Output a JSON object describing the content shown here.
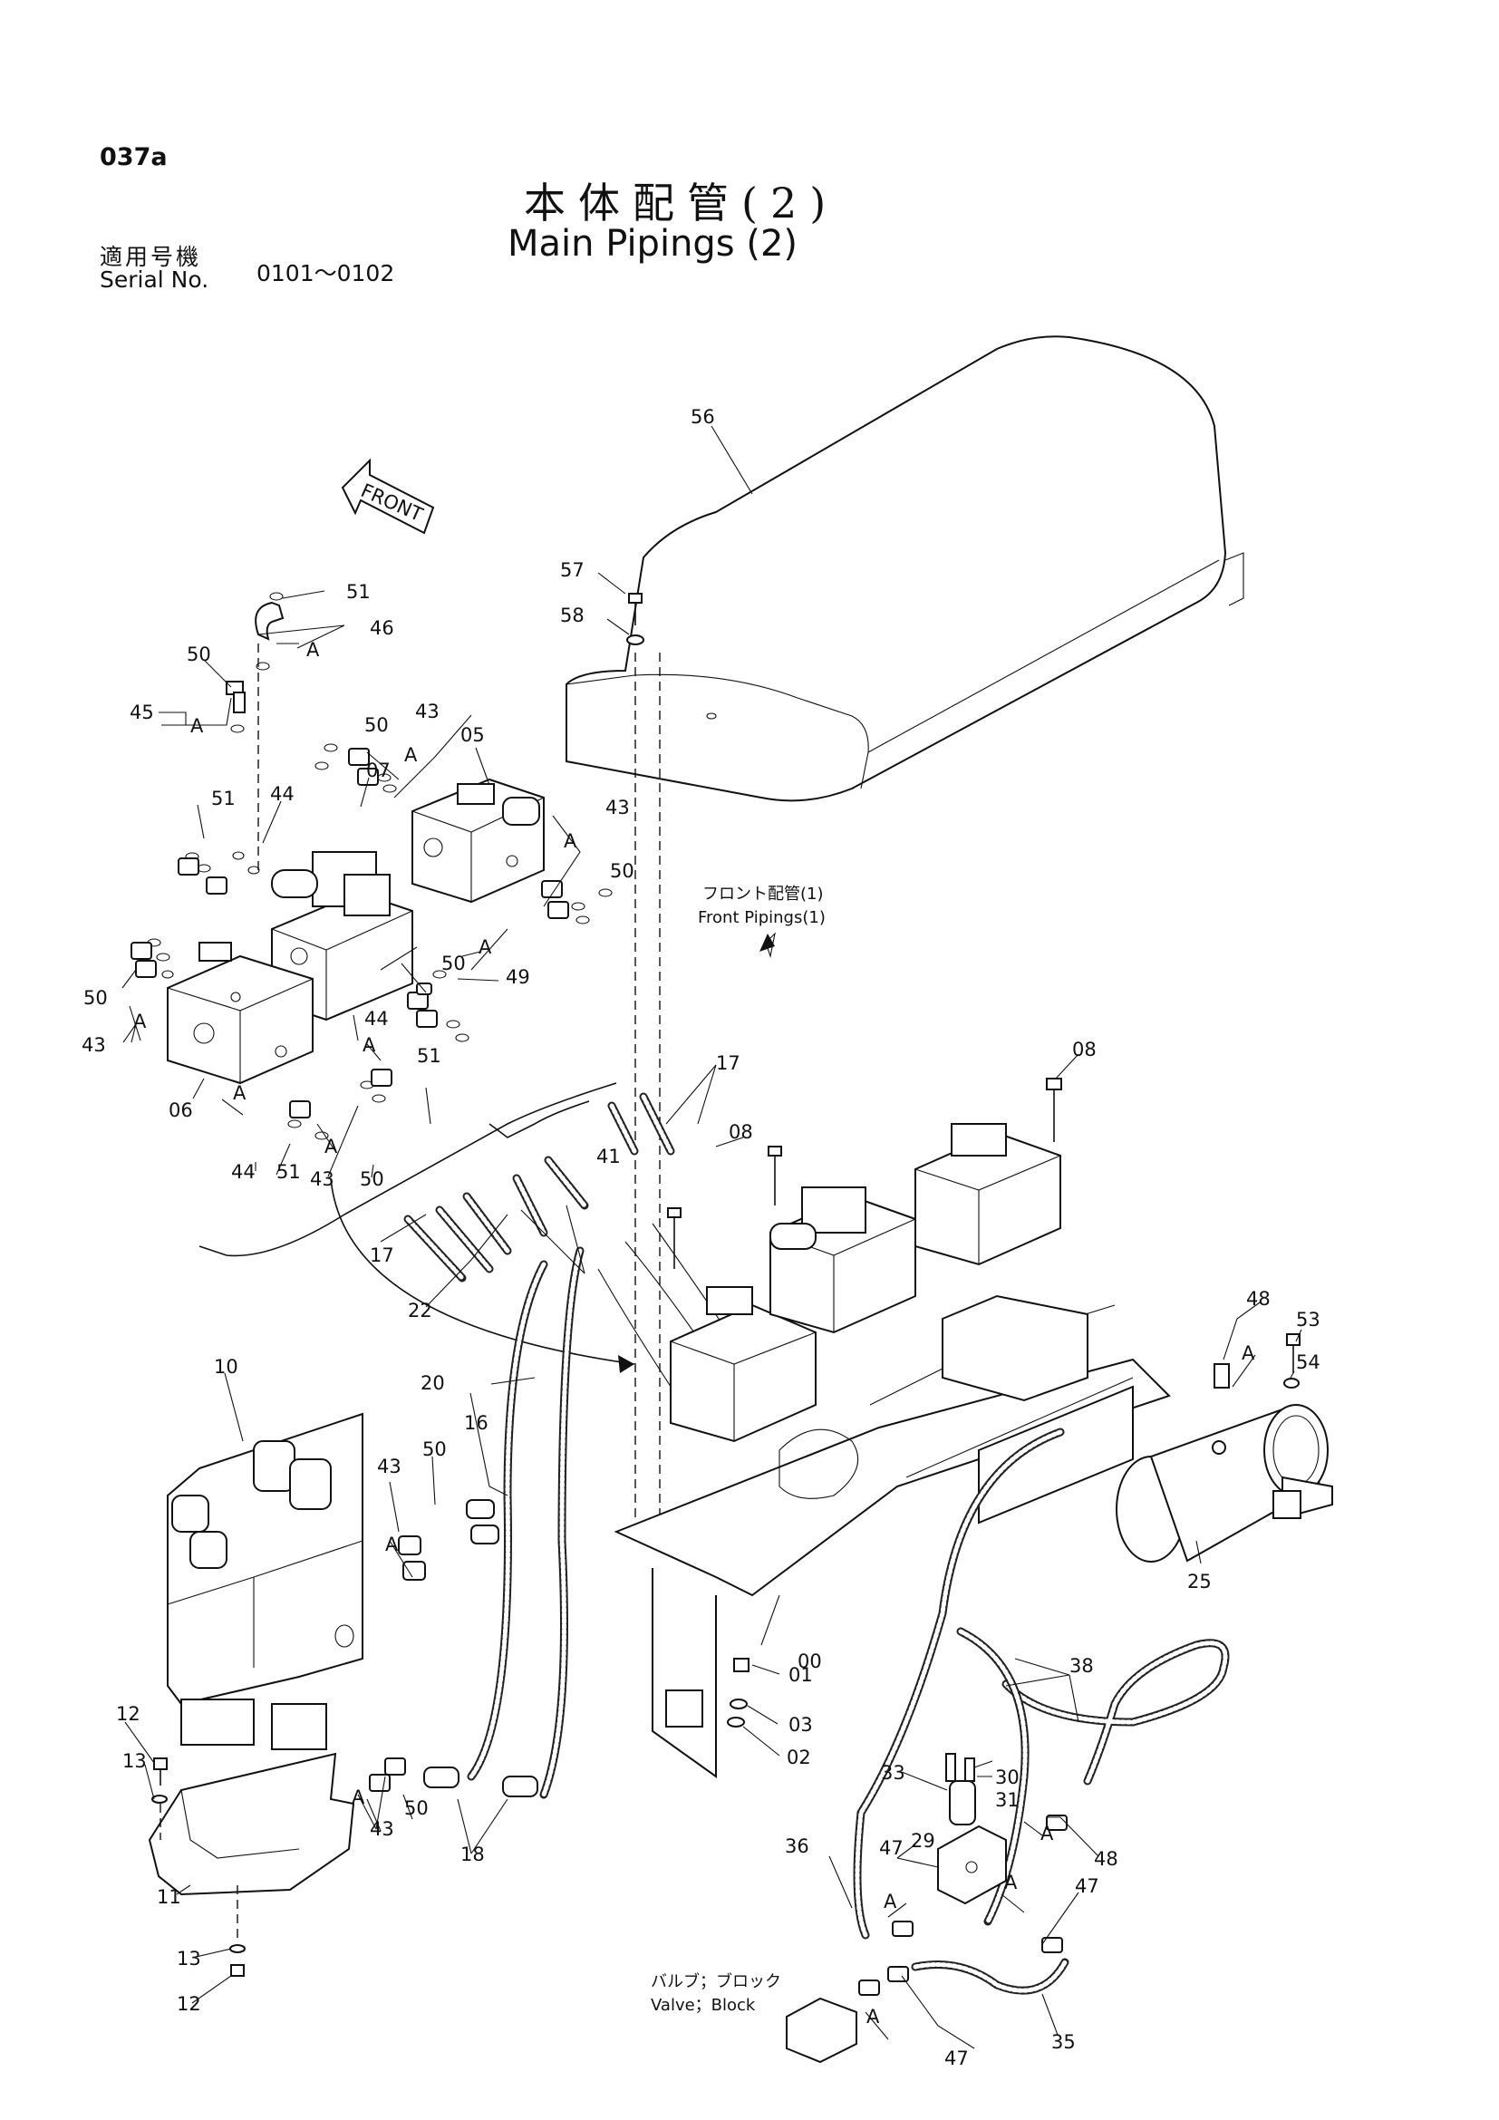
{
  "page_code": "037a",
  "title": {
    "jp": "本体配管(2)",
    "en": "Main Pipings (2)"
  },
  "serial": {
    "label_jp": "適用号機",
    "label_en": "Serial No.",
    "value": "0101～0102"
  },
  "direction_label": "FRONT",
  "references": {
    "front_pipings": {
      "jp": "フロント配管(1)",
      "en": "Front Pipings(1)"
    },
    "valve_block": {
      "jp": "バルブ；ブロック",
      "en": "Valve；Block"
    }
  },
  "callouts": {
    "c56": "56",
    "c57": "57",
    "c58": "58",
    "c51a": "51",
    "c46": "46",
    "c50a": "50",
    "c45": "45",
    "c43a": "43",
    "c50b": "50",
    "c05": "05",
    "c51b": "51",
    "c44a": "44",
    "c07": "07",
    "c43b": "43",
    "c50c": "50",
    "c50d": "50",
    "c49": "49",
    "c43c": "43",
    "c06": "06",
    "c44b": "44",
    "c51c": "51",
    "c44c": "44",
    "c51d": "51",
    "c43d": "43",
    "c50e": "50",
    "c17a": "17",
    "c08a": "08",
    "c08b": "08",
    "c41": "41",
    "c17b": "17",
    "c22": "22",
    "c20": "20",
    "c10": "10",
    "c16": "16",
    "c43e": "43",
    "c50f": "50",
    "c48a": "48",
    "c53": "53",
    "c54": "54",
    "c25": "25",
    "c00": "00",
    "c01": "01",
    "c03": "03",
    "c02": "02",
    "c38": "38",
    "c12a": "12",
    "c13a": "13",
    "c43f": "43",
    "c50g": "50",
    "c18": "18",
    "c11": "11",
    "c13b": "13",
    "c12b": "12",
    "c33": "33",
    "c30": "30",
    "c31": "31",
    "c36": "36",
    "c47a": "47",
    "c29": "29",
    "c48b": "48",
    "c47b": "47",
    "c35": "35",
    "c47c": "47",
    "cA1": "A",
    "cA2": "A",
    "cA3": "A",
    "cA4": "A",
    "cA5": "A",
    "cA6": "A",
    "cA7": "A",
    "cA8": "A",
    "cA9": "A",
    "cA10": "A",
    "cA11": "A",
    "cA12": "A",
    "cA13": "A",
    "cA14": "A",
    "cA15": "A",
    "cA16": "A"
  }
}
